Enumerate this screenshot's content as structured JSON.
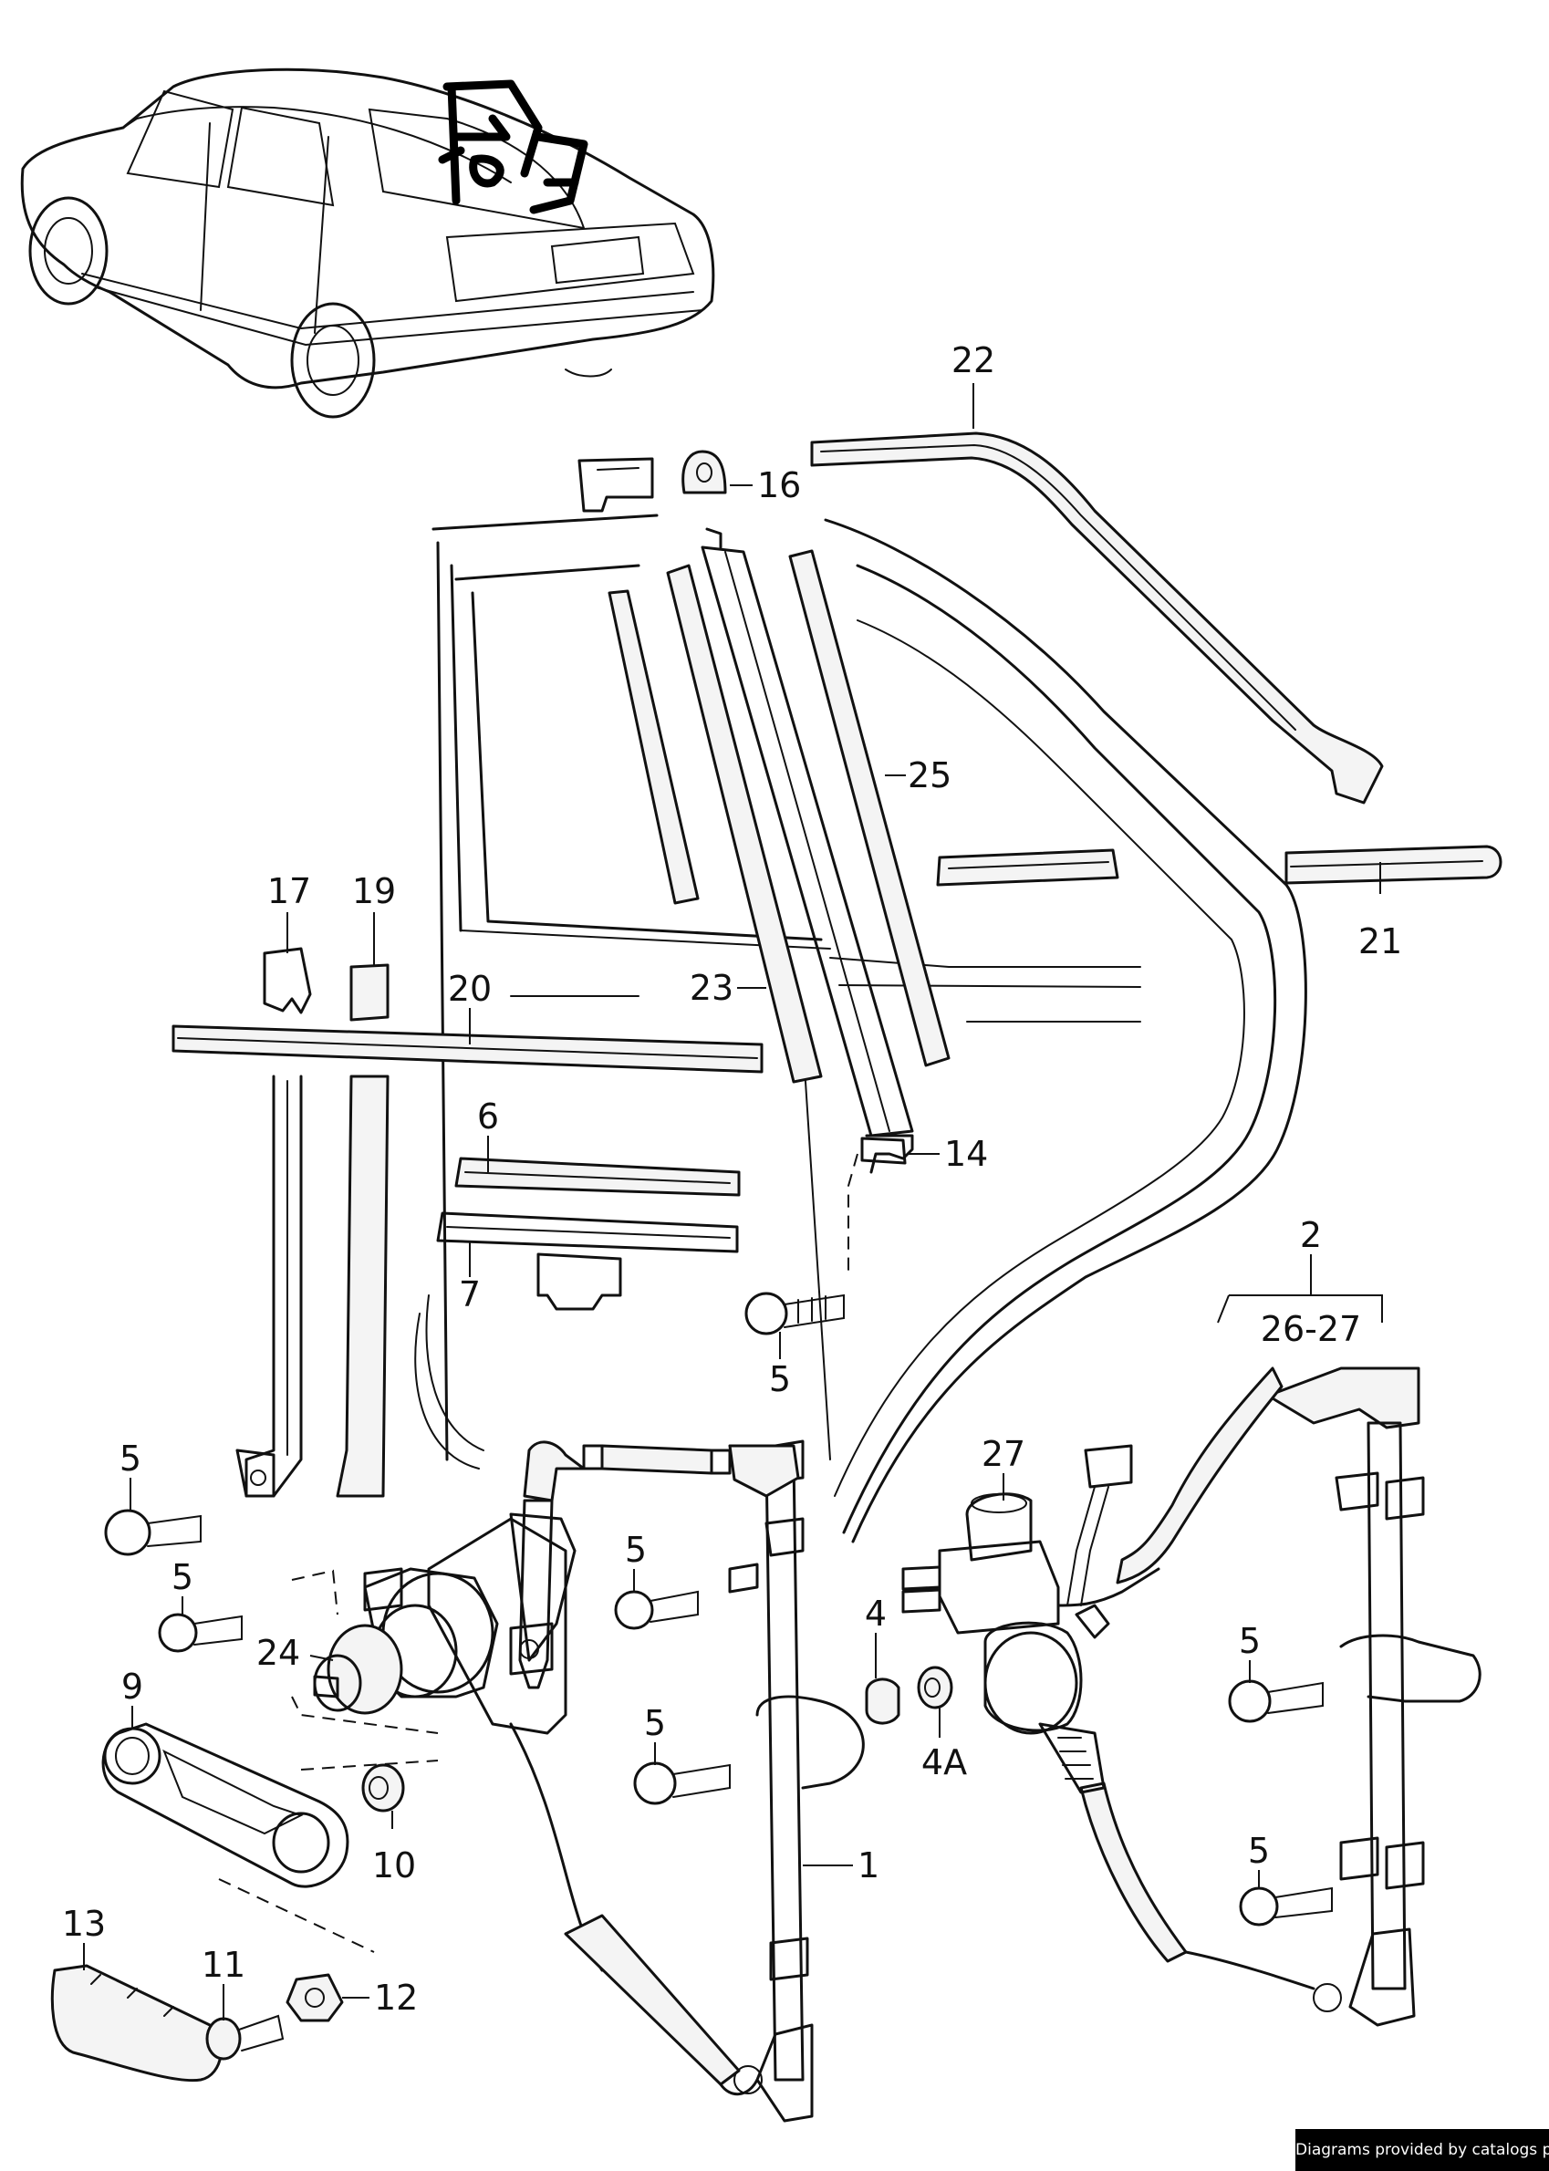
{
  "diagram": {
    "callouts": [
      "22",
      "16",
      "25",
      "21",
      "17",
      "19",
      "20",
      "23",
      "6",
      "14",
      "7",
      "5",
      "2",
      "26-27",
      "27",
      "24",
      "9",
      "10",
      "4",
      "4A",
      "1",
      "13",
      "11",
      "12"
    ]
  },
  "footer": {
    "credit": "Diagrams provided by catalogs parts"
  },
  "colors": {
    "ink": "#111111",
    "background": "#ffffff",
    "credit_bg": "#000000",
    "credit_text": "#ffffff"
  }
}
